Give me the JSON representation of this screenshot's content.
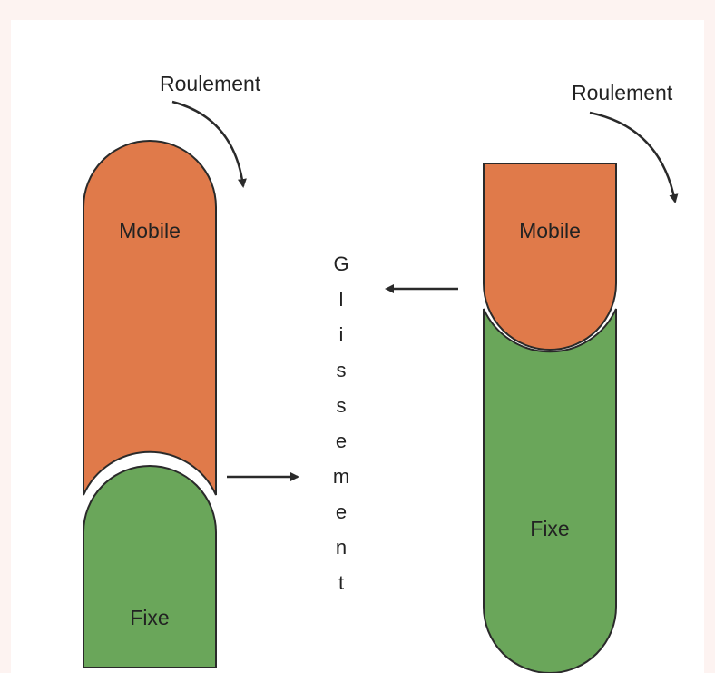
{
  "colors": {
    "mobile_fill": "#e07a4a",
    "fixe_fill": "#6aa65a",
    "outline": "#2a2a2a",
    "background": "#ffffff",
    "frame": "#fdf3f1"
  },
  "left_assembly": {
    "rotation_label": "Roulement",
    "mobile_label": "Mobile",
    "fixe_label": "Fixe"
  },
  "right_assembly": {
    "rotation_label": "Roulement",
    "mobile_label": "Mobile",
    "fixe_label": "Fixe"
  },
  "center": {
    "vertical_word": "Glissement",
    "letters": [
      "G",
      "l",
      "i",
      "s",
      "s",
      "e",
      "m",
      "e",
      "n",
      "t"
    ]
  },
  "icons": {
    "left_curved_arrow": "curved-arrow-clockwise",
    "right_curved_arrow": "curved-arrow-clockwise",
    "left_arrow": "arrow-right",
    "right_arrow": "arrow-left"
  }
}
